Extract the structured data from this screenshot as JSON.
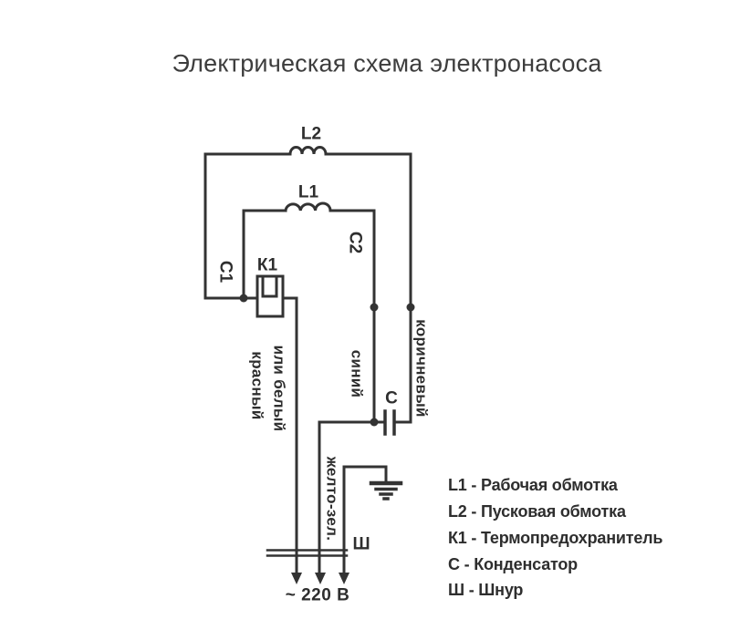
{
  "title": "Электрическая схема электронасоса",
  "components": {
    "l2_label": "L2",
    "l1_label": "L1",
    "c1_terminal": "С1",
    "k1_label": "К1",
    "c2_terminal": "С2",
    "capacitor_label": "С",
    "cord_label": "Ш"
  },
  "wire_labels": {
    "red_or_white_line1": "красный",
    "red_or_white_line2": "или белый",
    "blue": "синий",
    "brown": "коричневый",
    "yellow_green": "желто-зел."
  },
  "power_supply": "~ 220 В",
  "legend": {
    "items": [
      "L1 - Рабочая обмотка",
      "L2 - Пусковая обмотка",
      "К1 - Термопредохранитель",
      "С - Конденсатор",
      "Ш - Шнур"
    ]
  },
  "colors": {
    "line": "#333333",
    "text": "#2e2e2e",
    "background": "#ffffff"
  }
}
